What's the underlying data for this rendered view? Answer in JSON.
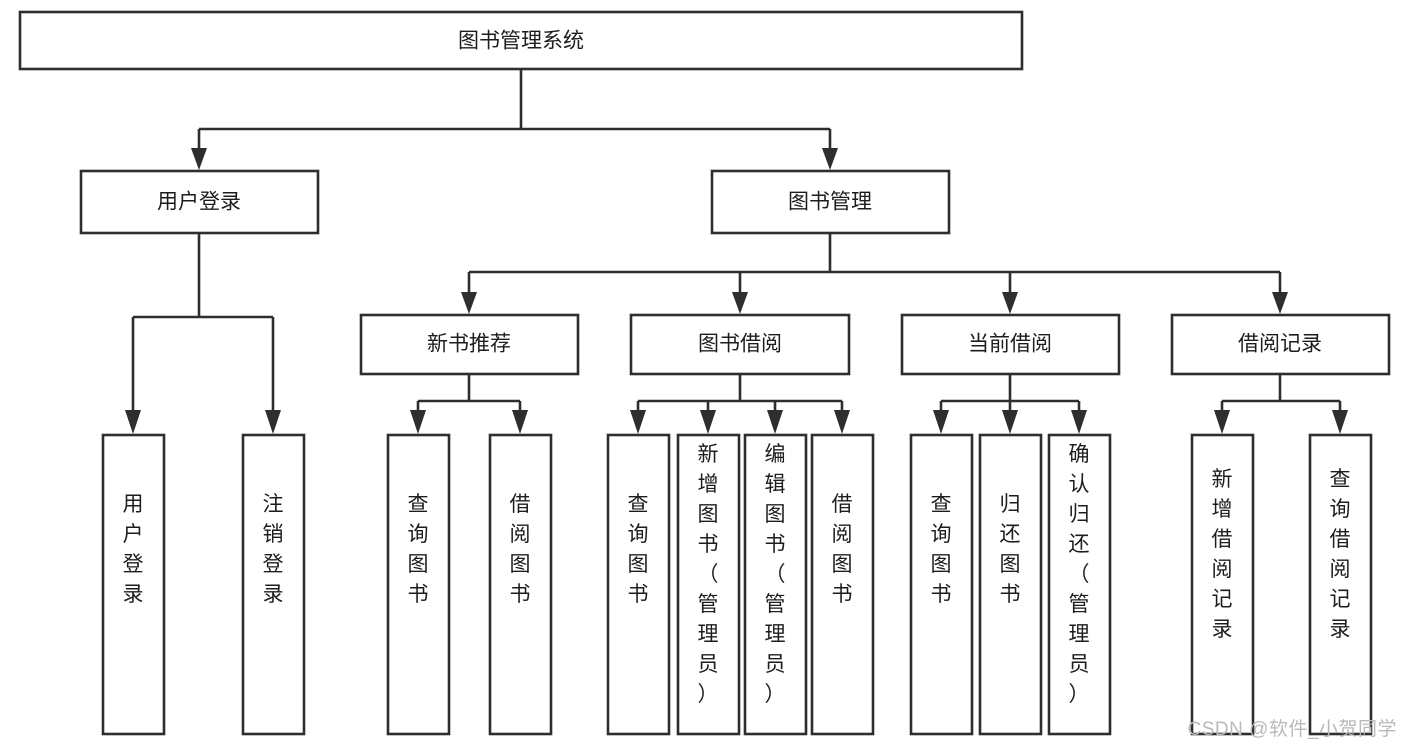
{
  "diagram": {
    "title": "图书管理系统",
    "type": "tree-hierarchy-chart",
    "watermark": "CSDN @软件_小贺同学",
    "root": {
      "id": "root",
      "label": "图书管理系统",
      "orientation": "horizontal"
    },
    "level2": [
      {
        "id": "user-login",
        "label": "用户登录",
        "orientation": "horizontal"
      },
      {
        "id": "book-management",
        "label": "图书管理",
        "orientation": "horizontal"
      }
    ],
    "level3": [
      {
        "id": "new-book-recommend",
        "label": "新书推荐",
        "orientation": "horizontal",
        "parent": "book-management"
      },
      {
        "id": "book-borrow",
        "label": "图书借阅",
        "orientation": "horizontal",
        "parent": "book-management"
      },
      {
        "id": "current-borrow",
        "label": "当前借阅",
        "orientation": "horizontal",
        "parent": "book-management"
      },
      {
        "id": "borrow-record",
        "label": "借阅记录",
        "orientation": "horizontal",
        "parent": "book-management"
      }
    ],
    "leaves": [
      {
        "id": "leaf-user-login",
        "label": "用户登录",
        "orientation": "vertical",
        "parent": "user-login"
      },
      {
        "id": "leaf-user-logout",
        "label": "注销登录",
        "orientation": "vertical",
        "parent": "user-login"
      },
      {
        "id": "leaf-query-book-1",
        "label": "查询图书",
        "orientation": "vertical",
        "parent": "new-book-recommend"
      },
      {
        "id": "leaf-borrow-book-1",
        "label": "借阅图书",
        "orientation": "vertical",
        "parent": "new-book-recommend"
      },
      {
        "id": "leaf-query-book-2",
        "label": "查询图书",
        "orientation": "vertical",
        "parent": "book-borrow"
      },
      {
        "id": "leaf-add-book",
        "label": "新增图书（管理员）",
        "orientation": "vertical",
        "parent": "book-borrow"
      },
      {
        "id": "leaf-edit-book",
        "label": "编辑图书（管理员）",
        "orientation": "vertical",
        "parent": "book-borrow"
      },
      {
        "id": "leaf-borrow-book-2",
        "label": "借阅图书",
        "orientation": "vertical",
        "parent": "book-borrow"
      },
      {
        "id": "leaf-query-book-3",
        "label": "查询图书",
        "orientation": "vertical",
        "parent": "current-borrow"
      },
      {
        "id": "leaf-return-book",
        "label": "归还图书",
        "orientation": "vertical",
        "parent": "current-borrow"
      },
      {
        "id": "leaf-confirm-return",
        "label": "确认归还（管理员）",
        "orientation": "vertical",
        "parent": "current-borrow"
      },
      {
        "id": "leaf-add-record",
        "label": "新增借阅记录",
        "orientation": "vertical",
        "parent": "borrow-record"
      },
      {
        "id": "leaf-query-record",
        "label": "查询借阅记录",
        "orientation": "vertical",
        "parent": "borrow-record"
      }
    ],
    "colors": {
      "box_stroke": "#2e2e2e",
      "box_fill": "#ffffff",
      "text": "#1d1d1d",
      "background": "#ffffff",
      "watermark": "#b9b9b9"
    }
  }
}
